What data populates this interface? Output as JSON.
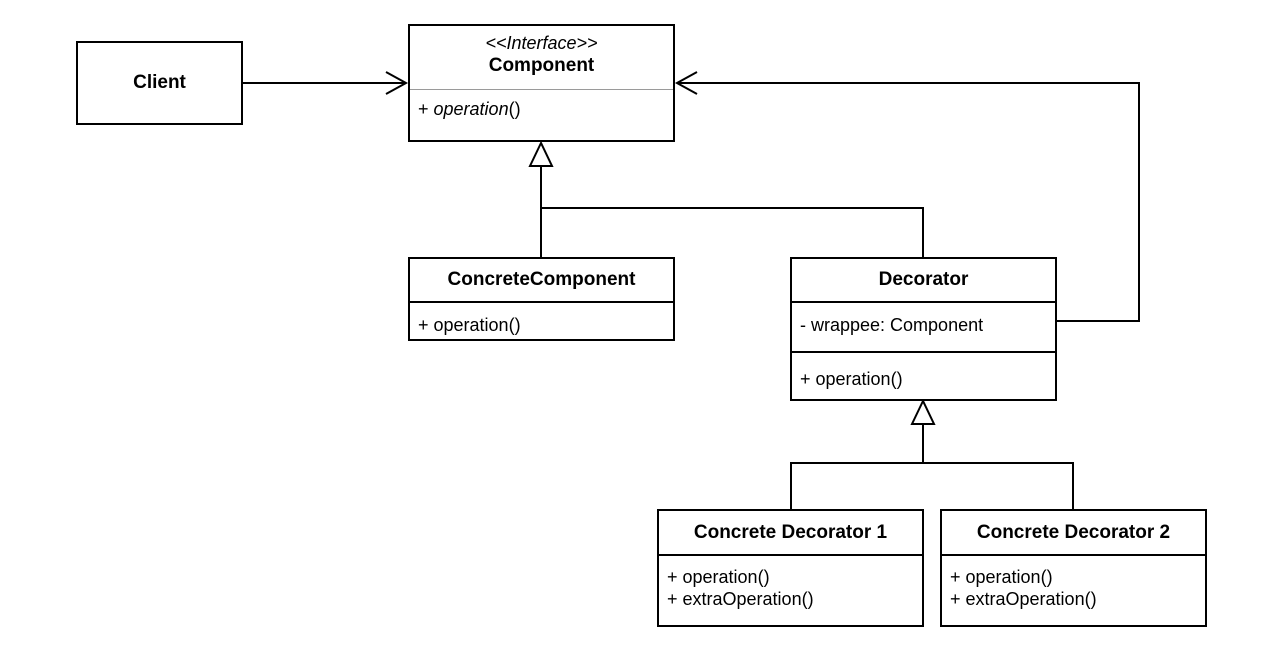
{
  "diagram": {
    "client": {
      "name": "Client"
    },
    "component": {
      "stereotype": "<<Interface>>",
      "name": "Component",
      "op_prefix": "+ ",
      "op_name": "operation",
      "op_suffix": "()"
    },
    "concrete_component": {
      "name": "ConcreteComponent",
      "methods": [
        "+ operation()"
      ]
    },
    "decorator": {
      "name": "Decorator",
      "fields": [
        "- wrappee: Component"
      ],
      "methods": [
        "+ operation()"
      ]
    },
    "concrete_decorator_1": {
      "name": "Concrete Decorator 1",
      "methods": [
        "+ operation()",
        "+ extraOperation()"
      ]
    },
    "concrete_decorator_2": {
      "name": "Concrete Decorator 2",
      "methods": [
        "+ operation()",
        "+ extraOperation()"
      ]
    }
  }
}
